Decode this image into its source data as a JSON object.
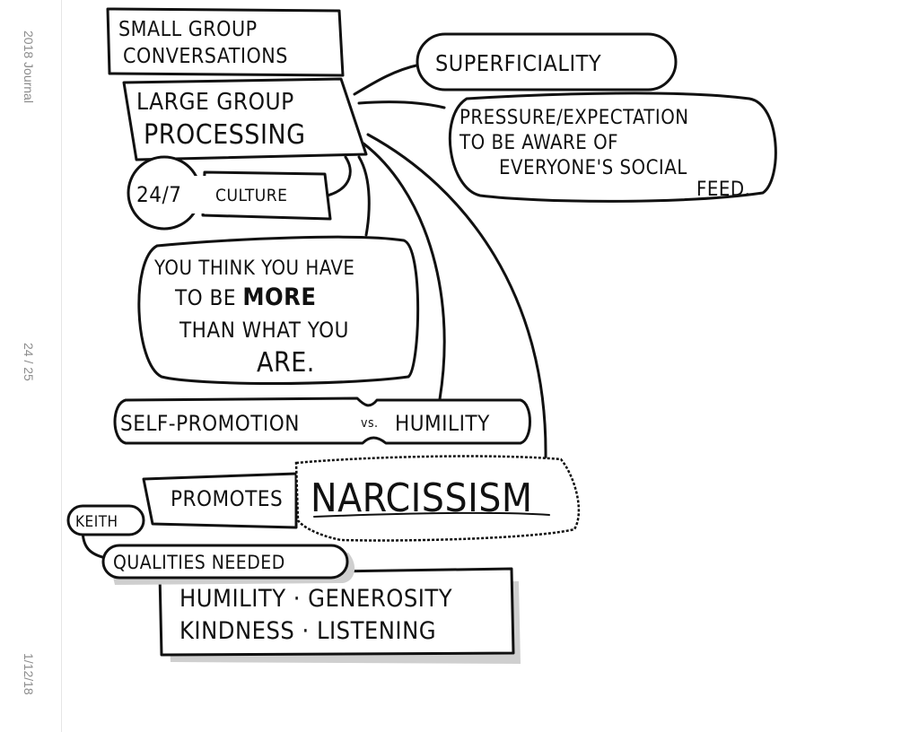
{
  "sidebar": {
    "journal_title": "2018 Journal",
    "page_indicator": "24 / 25",
    "date": "1/12/18"
  },
  "sketch": {
    "small_group": [
      "SMALL GROUP",
      "CONVERSATIONS"
    ],
    "large_group": [
      "LARGE GROUP",
      "PROCESSING"
    ],
    "culture": {
      "number": "24/7",
      "label": "CULTURE"
    },
    "superficiality": "SUPERFICIALITY",
    "pressure": [
      "PRESSURE/EXPECTATION",
      "TO BE AWARE OF",
      "EVERYONE'S SOCIAL",
      "FEED."
    ],
    "think": {
      "line1": "YOU THINK YOU HAVE",
      "line2_a": "TO BE ",
      "line2_b": "MORE",
      "line3": "THAN WHAT YOU",
      "line4": "ARE."
    },
    "self_promotion": "SELF-PROMOTION",
    "vs": "vs.",
    "humility": "HUMILITY",
    "promotes": "PROMOTES",
    "narcissism": "NARCISSISM",
    "keith": "KEITH",
    "qualities_label": "QUALITIES NEEDED",
    "qualities": [
      "HUMILITY · GENEROSITY",
      "KINDNESS · LISTENING"
    ]
  }
}
